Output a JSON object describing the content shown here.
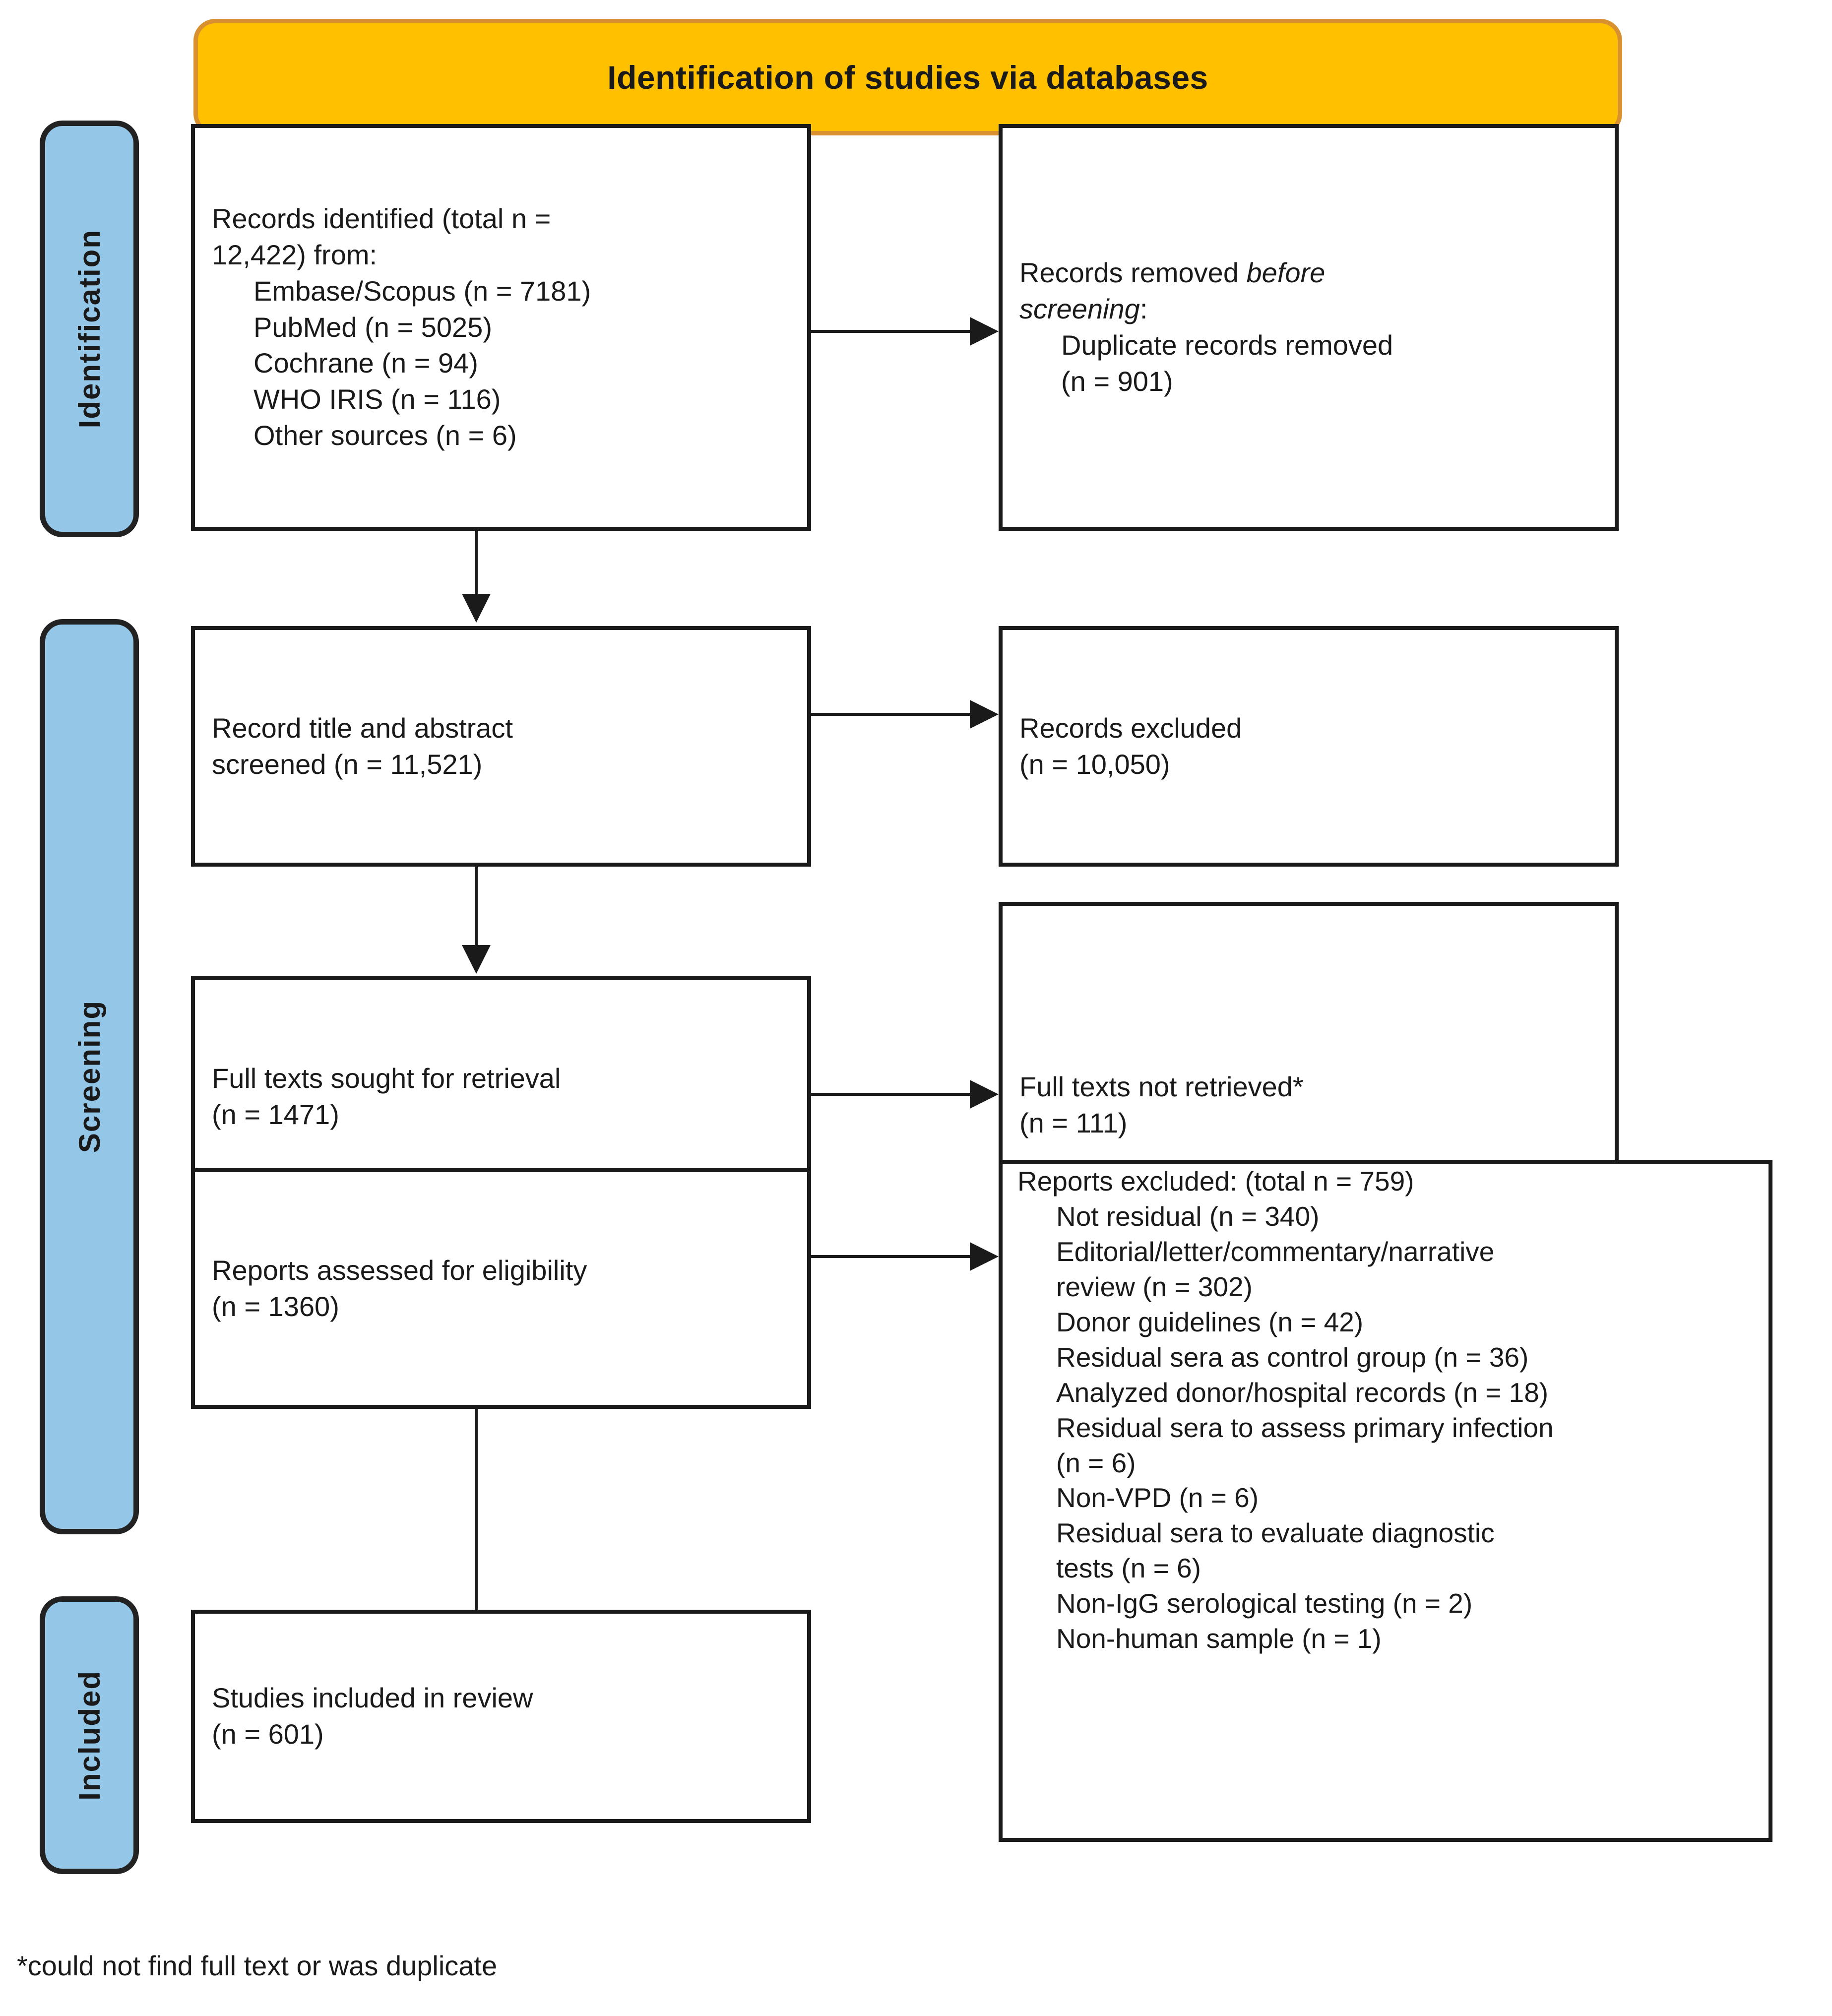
{
  "banner": {
    "title": "Identification of studies via databases"
  },
  "stages": [
    {
      "label": "Identification"
    },
    {
      "label": "Screening"
    },
    {
      "label": "Included"
    }
  ],
  "boxes": {
    "records_identified": {
      "lines": [
        "Records identified (total n =",
        "12,422) from:"
      ],
      "sources": [
        "Embase/Scopus (n = 7181)",
        "PubMed (n = 5025)",
        "Cochrane (n = 94)",
        "WHO IRIS (n = 116)",
        "Other sources (n = 6)"
      ]
    },
    "records_removed": {
      "line1_prefix": "Records removed ",
      "line1_italic": "before",
      "line2_italic": "screening",
      "line2_suffix": ":",
      "detail": [
        "Duplicate records removed",
        "(n = 901)"
      ]
    },
    "records_screened": {
      "lines": [
        "Record title and abstract",
        "screened (n = 11,521)"
      ]
    },
    "records_excluded": {
      "lines": [
        "Records excluded",
        "(n = 10,050)"
      ]
    },
    "fulltext_sought": {
      "lines": [
        "Full texts sought for retrieval",
        "(n = 1471)"
      ]
    },
    "fulltext_not_retrieved": {
      "lines": [
        "Full texts not retrieved*",
        "(n = 111)"
      ]
    },
    "reports_assessed": {
      "lines": [
        "Reports assessed for eligibility",
        "(n = 1360)"
      ]
    },
    "reports_excluded": {
      "header": "Reports excluded: (total n = 759)",
      "items": [
        "Not residual (n = 340)",
        "Editorial/letter/commentary/narrative",
        "review (n = 302)",
        "Donor guidelines (n = 42)",
        "Residual sera as control group (n = 36)",
        "Analyzed donor/hospital records (n = 18)",
        "Residual sera to assess primary infection",
        "(n = 6)",
        "Non-VPD (n = 6)",
        "Residual sera to evaluate diagnostic",
        "tests (n = 6)",
        "Non-IgG serological testing (n = 2)",
        "Non-human sample (n = 1)"
      ]
    },
    "studies_included": {
      "lines": [
        "Studies included in review",
        "(n = 601)"
      ]
    }
  },
  "footnote": {
    "text": "*could not find full text or was duplicate"
  },
  "colors": {
    "banner_fill": "#FFC000",
    "banner_border": "#D9912F",
    "stage_fill": "#94C6E8",
    "line": "#1a1a1a",
    "box_fill": "#ffffff"
  }
}
